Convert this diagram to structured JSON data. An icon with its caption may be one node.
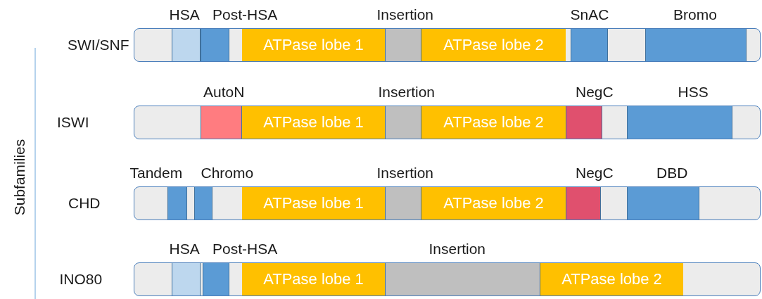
{
  "diagram": {
    "nodes": [
      {
        "text": [],
        "shape": "bar",
        "beside": [
          "SWI/SNF"
        ]
      },
      {
        "text": [
          "HSA"
        ],
        "in": 0
      },
      {
        "text": [
          "Post-HSA"
        ],
        "in": 0
      },
      {
        "text": [
          "ATPase lobe 1"
        ],
        "in": 0
      },
      {
        "text": [
          "Insertion"
        ],
        "in": 0
      },
      {
        "text": [
          "ATPase lobe 2"
        ],
        "in": 0
      },
      {
        "text": [
          "SnAC"
        ],
        "in": 0
      },
      {
        "text": [
          "Bromo"
        ],
        "in": 0
      },
      {
        "text": [],
        "shape": "bar",
        "beside": [
          "ISWI"
        ]
      },
      {
        "text": [
          "AutoN"
        ],
        "in": 8
      },
      {
        "text": [
          "ATPase lobe 1"
        ],
        "in": 8
      },
      {
        "text": [
          "Insertion"
        ],
        "in": 8
      },
      {
        "text": [
          "ATPase lobe 2"
        ],
        "in": 8
      },
      {
        "text": [
          "NegC"
        ],
        "in": 8
      },
      {
        "text": [
          "HSS"
        ],
        "in": 8
      },
      {
        "text": [],
        "shape": "bar",
        "beside": [
          "CHD"
        ]
      },
      {
        "text": [
          "Tandem"
        ],
        "in": 15
      },
      {
        "text": [
          "Chromo"
        ],
        "in": 15
      },
      {
        "text": [
          "ATPase lobe 1"
        ],
        "in": 15
      },
      {
        "text": [
          "Insertion"
        ],
        "in": 15
      },
      {
        "text": [
          "ATPase lobe 2"
        ],
        "in": 15
      },
      {
        "text": [
          "NegC"
        ],
        "in": 15
      },
      {
        "text": [
          "DBD"
        ],
        "in": 15
      },
      {
        "text": [],
        "shape": "bar",
        "beside": [
          "INO80"
        ]
      },
      {
        "text": [
          "HSA"
        ],
        "in": 23
      },
      {
        "text": [
          "Post-HSA"
        ],
        "in": 23
      },
      {
        "text": [
          "ATPase lobe 1"
        ],
        "in": 23
      },
      {
        "text": [
          "Insertion"
        ],
        "in": 23
      },
      {
        "text": [
          "ATPase lobe 2"
        ],
        "in": 23
      }
    ],
    "edges": [],
    "labels": [
      "Subfamilies"
    ]
  }
}
